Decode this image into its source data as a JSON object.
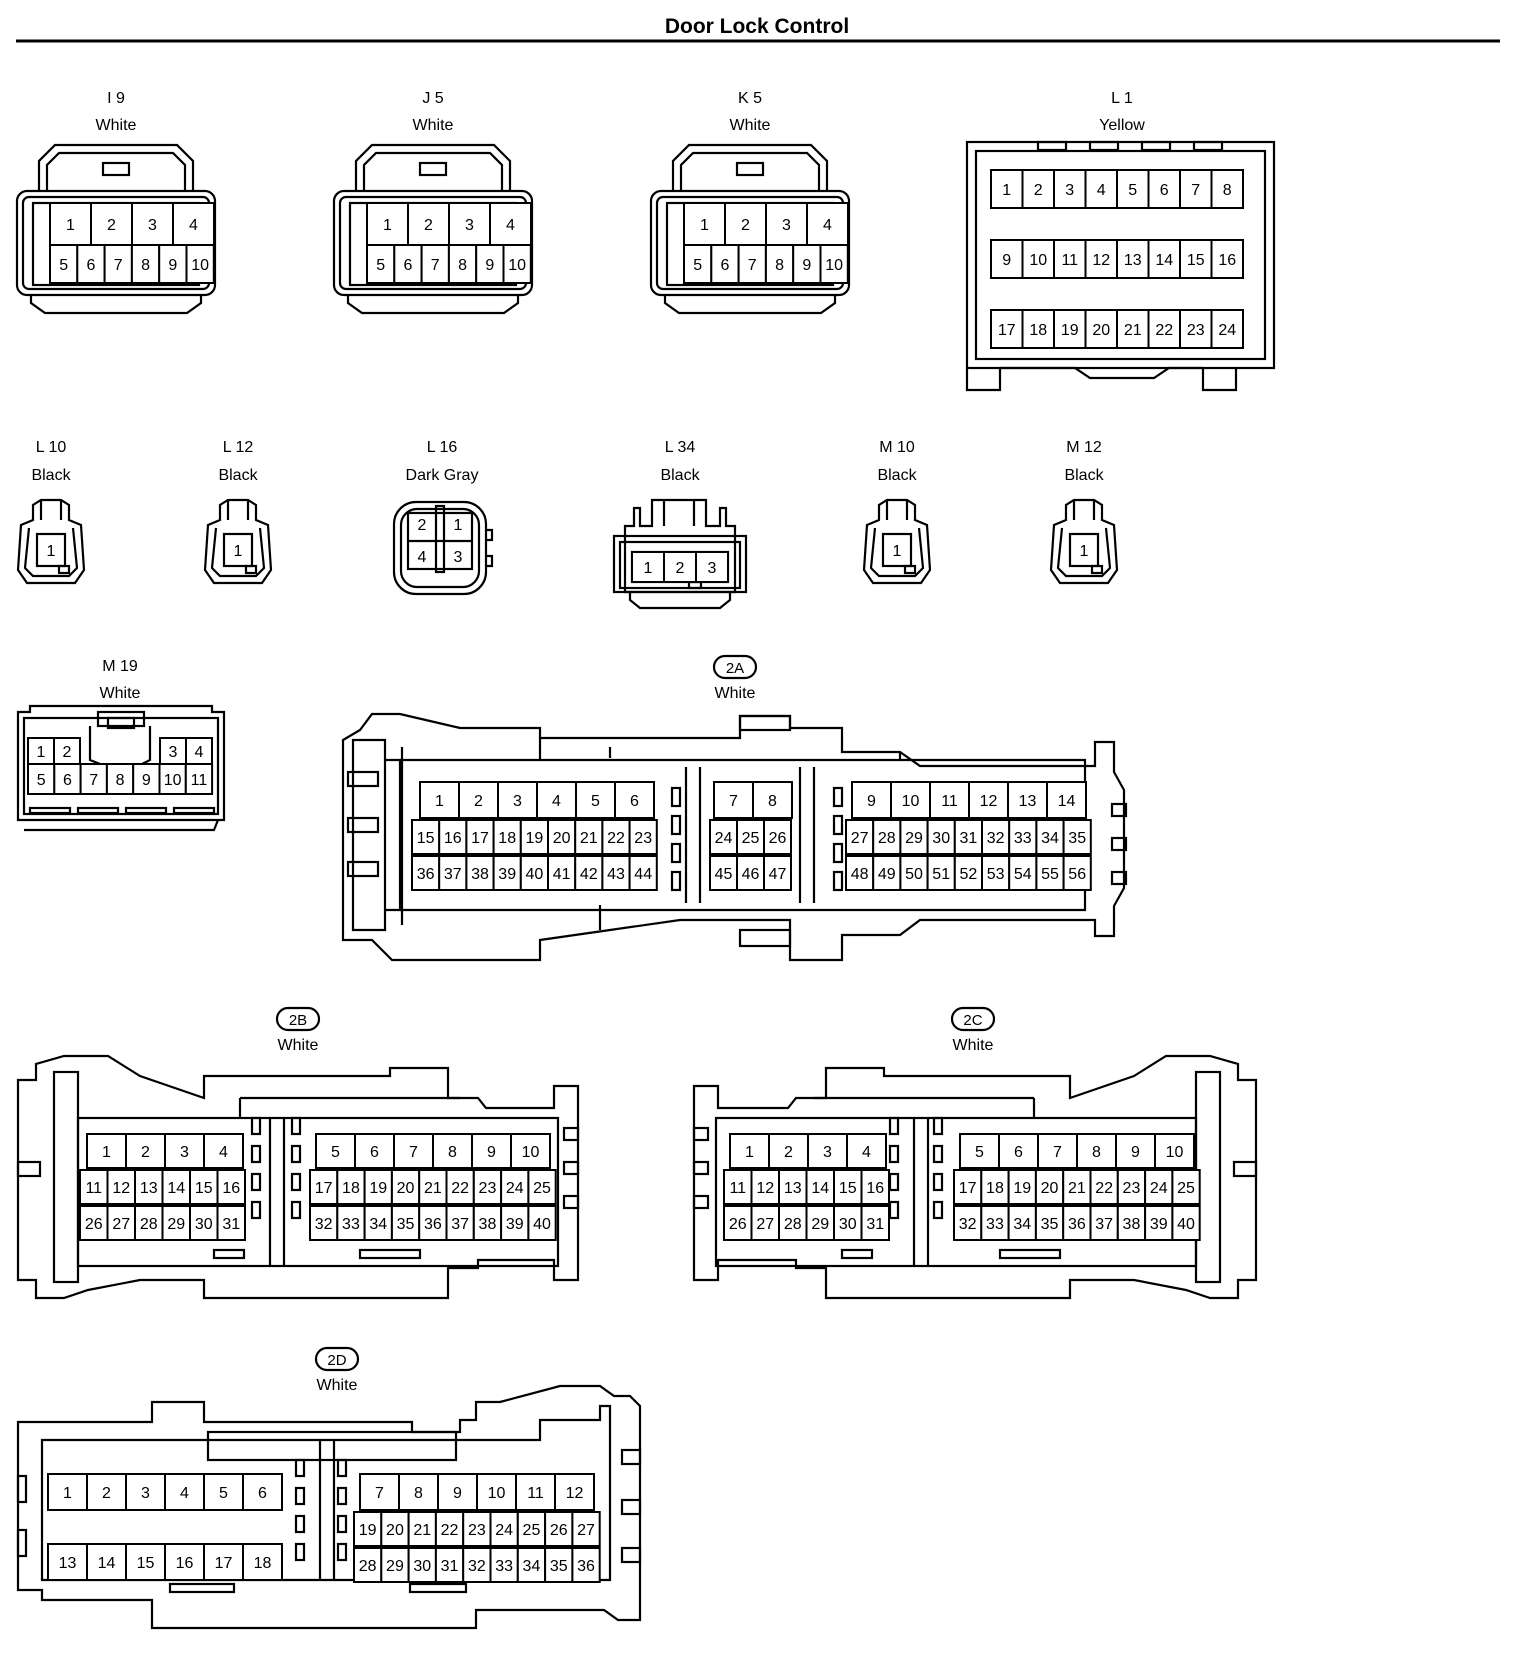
{
  "title": "Door Lock Control",
  "connectors": {
    "i9": {
      "code": "I 9",
      "color": "White",
      "pins": [
        "1",
        "2",
        "3",
        "4",
        "5",
        "6",
        "7",
        "8",
        "9",
        "10"
      ]
    },
    "j5": {
      "code": "J 5",
      "color": "White",
      "pins": [
        "1",
        "2",
        "3",
        "4",
        "5",
        "6",
        "7",
        "8",
        "9",
        "10"
      ]
    },
    "k5": {
      "code": "K 5",
      "color": "White",
      "pins": [
        "1",
        "2",
        "3",
        "4",
        "5",
        "6",
        "7",
        "8",
        "9",
        "10"
      ]
    },
    "l1": {
      "code": "L 1",
      "color": "Yellow",
      "pins": [
        "1",
        "2",
        "3",
        "4",
        "5",
        "6",
        "7",
        "8",
        "9",
        "10",
        "11",
        "12",
        "13",
        "14",
        "15",
        "16",
        "17",
        "18",
        "19",
        "20",
        "21",
        "22",
        "23",
        "24"
      ]
    },
    "l10": {
      "code": "L 10",
      "color": "Black",
      "pins": [
        "1"
      ]
    },
    "l12": {
      "code": "L 12",
      "color": "Black",
      "pins": [
        "1"
      ]
    },
    "l16": {
      "code": "L 16",
      "color": "Dark Gray",
      "pins": [
        "2",
        "1",
        "4",
        "3"
      ]
    },
    "l34": {
      "code": "L 34",
      "color": "Black",
      "pins": [
        "1",
        "2",
        "3"
      ]
    },
    "m10": {
      "code": "M 10",
      "color": "Black",
      "pins": [
        "1"
      ]
    },
    "m12": {
      "code": "M 12",
      "color": "Black",
      "pins": [
        "1"
      ]
    },
    "m19": {
      "code": "M 19",
      "color": "White",
      "pins": [
        "1",
        "2",
        "3",
        "4",
        "5",
        "6",
        "7",
        "8",
        "9",
        "10",
        "11"
      ]
    },
    "c2a": {
      "code": "2A",
      "color": "White",
      "left": {
        "rows": [
          [
            "1",
            "2",
            "3",
            "4",
            "5",
            "6"
          ],
          [
            "15",
            "16",
            "17",
            "18",
            "19",
            "20",
            "21",
            "22",
            "23"
          ],
          [
            "36",
            "37",
            "38",
            "39",
            "40",
            "41",
            "42",
            "43",
            "44"
          ]
        ]
      },
      "mid": {
        "rows": [
          [
            "7",
            "8"
          ],
          [
            "24",
            "25",
            "26"
          ],
          [
            "45",
            "46",
            "47"
          ]
        ]
      },
      "right": {
        "rows": [
          [
            "9",
            "10",
            "11",
            "12",
            "13",
            "14"
          ],
          [
            "27",
            "28",
            "29",
            "30",
            "31",
            "32",
            "33",
            "34",
            "35"
          ],
          [
            "48",
            "49",
            "50",
            "51",
            "52",
            "53",
            "54",
            "55",
            "56"
          ]
        ]
      }
    },
    "c2b": {
      "code": "2B",
      "color": "White",
      "left": {
        "rows": [
          [
            "1",
            "2",
            "3",
            "4"
          ],
          [
            "11",
            "12",
            "13",
            "14",
            "15",
            "16"
          ],
          [
            "26",
            "27",
            "28",
            "29",
            "30",
            "31"
          ]
        ]
      },
      "right": {
        "rows": [
          [
            "5",
            "6",
            "7",
            "8",
            "9",
            "10"
          ],
          [
            "17",
            "18",
            "19",
            "20",
            "21",
            "22",
            "23",
            "24",
            "25"
          ],
          [
            "32",
            "33",
            "34",
            "35",
            "36",
            "37",
            "38",
            "39",
            "40"
          ]
        ]
      }
    },
    "c2c": {
      "code": "2C",
      "color": "White",
      "left": {
        "rows": [
          [
            "1",
            "2",
            "3",
            "4"
          ],
          [
            "11",
            "12",
            "13",
            "14",
            "15",
            "16"
          ],
          [
            "26",
            "27",
            "28",
            "29",
            "30",
            "31"
          ]
        ]
      },
      "right": {
        "rows": [
          [
            "5",
            "6",
            "7",
            "8",
            "9",
            "10"
          ],
          [
            "17",
            "18",
            "19",
            "20",
            "21",
            "22",
            "23",
            "24",
            "25"
          ],
          [
            "32",
            "33",
            "34",
            "35",
            "36",
            "37",
            "38",
            "39",
            "40"
          ]
        ]
      }
    },
    "c2d": {
      "code": "2D",
      "color": "White",
      "left": {
        "rows": [
          [
            "1",
            "2",
            "3",
            "4",
            "5",
            "6"
          ],
          [
            "13",
            "14",
            "15",
            "16",
            "17",
            "18"
          ]
        ]
      },
      "right": {
        "rows": [
          [
            "7",
            "8",
            "9",
            "10",
            "11",
            "12"
          ],
          [
            "19",
            "20",
            "21",
            "22",
            "23",
            "24",
            "25",
            "26",
            "27"
          ],
          [
            "28",
            "29",
            "30",
            "31",
            "32",
            "33",
            "34",
            "35",
            "36"
          ]
        ]
      }
    }
  }
}
